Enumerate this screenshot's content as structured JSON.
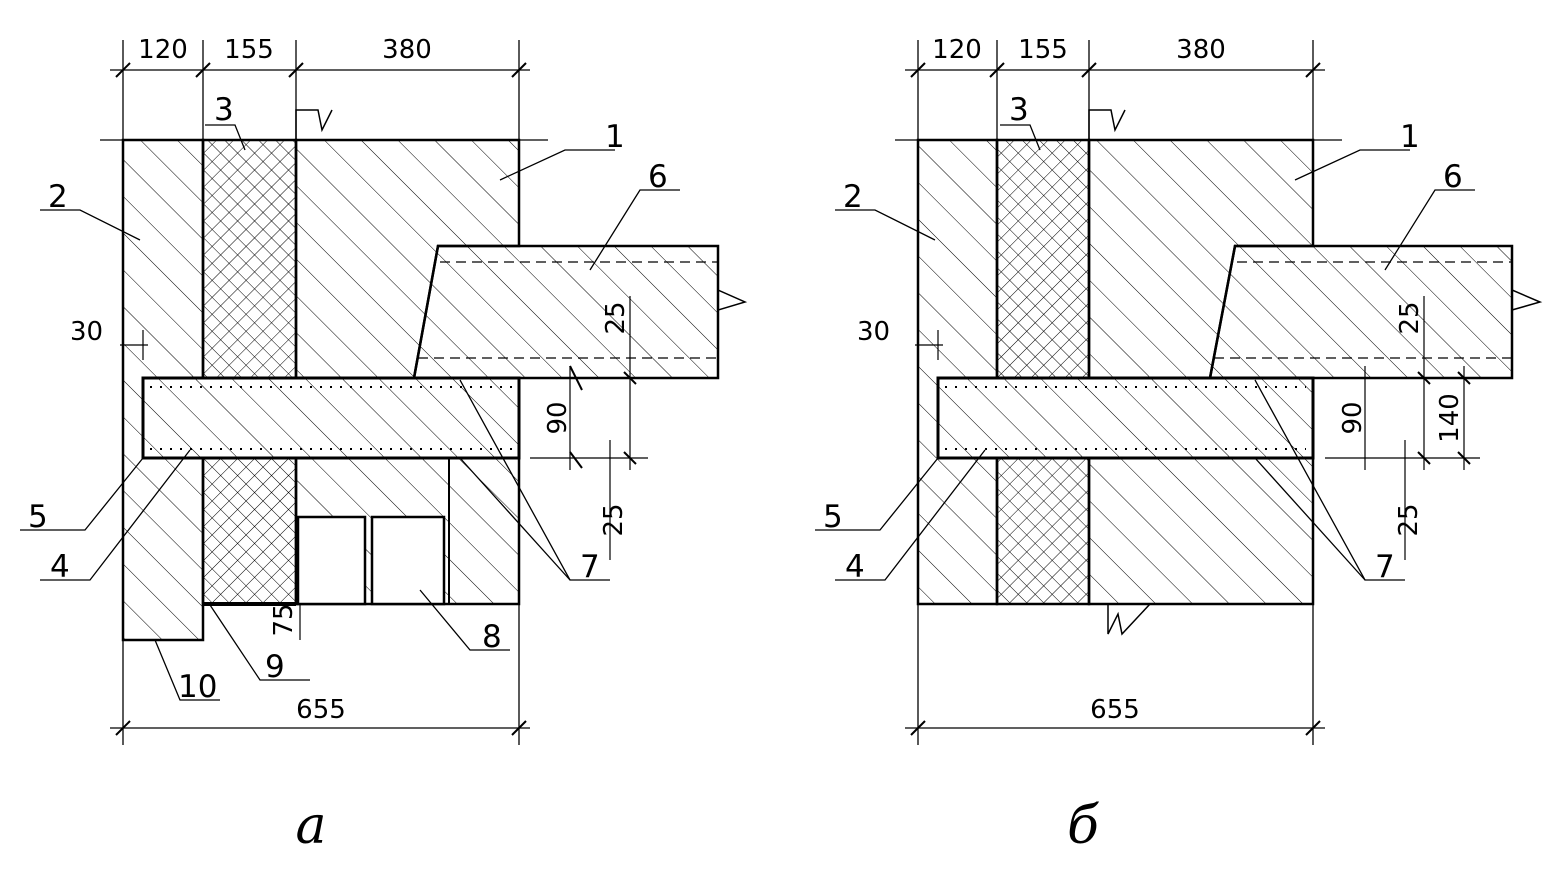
{
  "panels": [
    {
      "caption": "а",
      "dims_top": [
        "120",
        "155",
        "380"
      ],
      "dim_bottom": "655",
      "dims_side": [
        "30",
        "25",
        "90",
        "25",
        "75"
      ],
      "callouts": [
        "1",
        "2",
        "3",
        "4",
        "5",
        "6",
        "7",
        "8",
        "9",
        "10"
      ]
    },
    {
      "caption": "б",
      "dims_top": [
        "120",
        "155",
        "380"
      ],
      "dim_bottom": "655",
      "dims_side": [
        "30",
        "25",
        "90",
        "140",
        "25"
      ],
      "callouts": [
        "1",
        "2",
        "3",
        "4",
        "5",
        "6",
        "7"
      ]
    }
  ]
}
